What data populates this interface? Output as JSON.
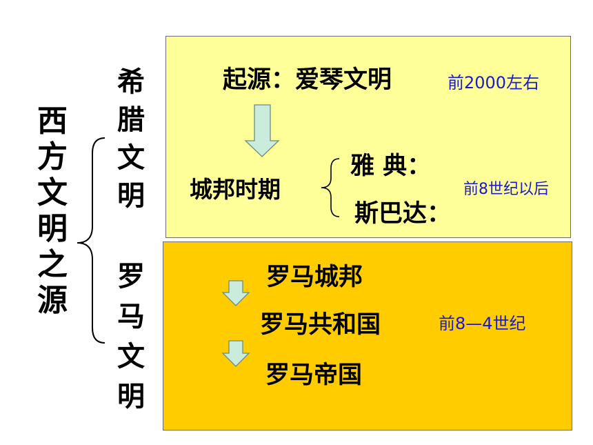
{
  "title_chars": [
    "西",
    "方",
    "文",
    "明",
    "之",
    "源"
  ],
  "greek": {
    "label_chars": [
      "希",
      "腊",
      "文",
      "明"
    ],
    "origin": "起源：爱琴文明",
    "origin_date": "前2000左右",
    "city_state": "城邦时期",
    "athens": "雅 典：",
    "sparta": "斯巴达：",
    "city_date": "前8世纪以后",
    "bg_color": "#ffff99"
  },
  "roman": {
    "label_chars": [
      "罗",
      "马",
      "文",
      "明"
    ],
    "stage1": "罗马城邦",
    "stage2": "罗马共和国",
    "stage3": "罗马帝国",
    "date": "前8—4世纪",
    "bg_color": "#ffcc00"
  }
}
